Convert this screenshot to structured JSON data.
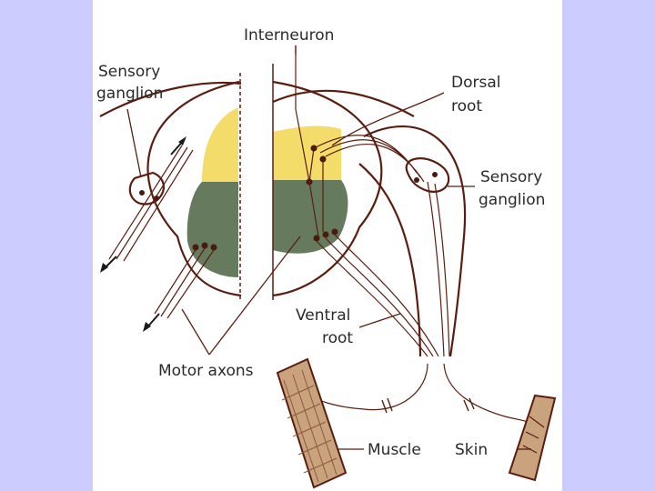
{
  "labels": {
    "interneuron": "Interneuron",
    "sensory_ganglion_left_1": "Sensory",
    "sensory_ganglion_left_2": "ganglion",
    "dorsal_root_1": "Dorsal",
    "dorsal_root_2": "root",
    "sensory_ganglion_right_1": "Sensory",
    "sensory_ganglion_right_2": "ganglion",
    "ventral_root_1": "Ventral",
    "ventral_root_2": "root",
    "motor_axons": "Motor axons",
    "muscle": "Muscle",
    "skin": "Skin"
  },
  "colors": {
    "background": "#ccccff",
    "panel": "#ffffff",
    "dorsal_horn": "#f3dc6a",
    "ventral_horn": "#667a5d",
    "nerve": "#5a1e10",
    "muscle": "#c9a27e",
    "skin": "#c9a27e"
  }
}
